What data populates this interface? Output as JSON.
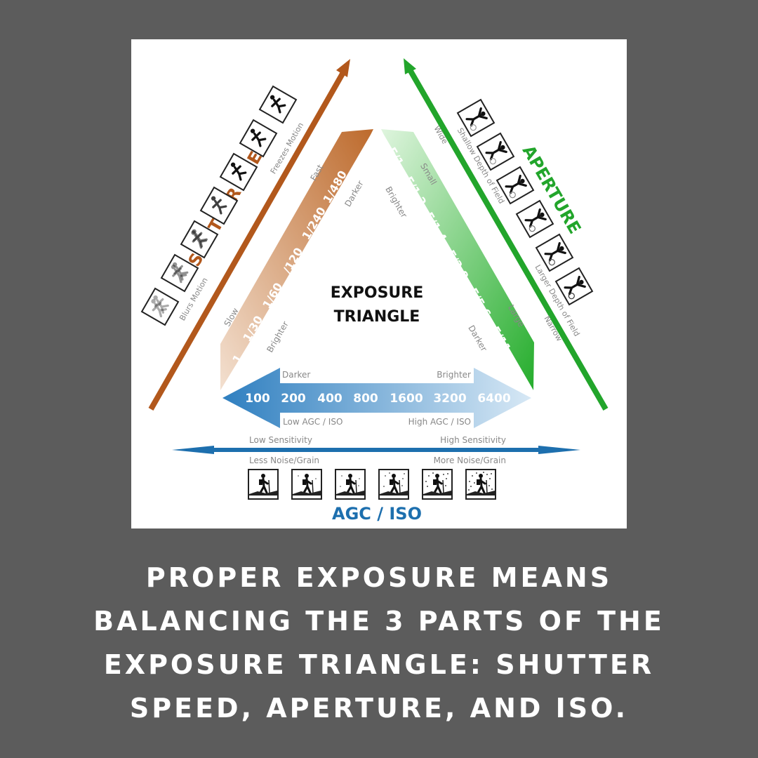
{
  "diagram": {
    "title_line1": "EXPOSURE",
    "title_line2": "TRIANGLE",
    "shutter": {
      "heading": "SHUTTER SPEED",
      "motion_low": "Blurs Motion",
      "motion_high": "Freezes Motion",
      "slow": "Slow",
      "fast": "Fast",
      "values": [
        "1",
        "1/30",
        "1/60",
        "/120",
        "1/240",
        "1/480"
      ],
      "brighter": "Brighter",
      "darker": "Darker",
      "color": "#b2581c"
    },
    "aperture": {
      "heading": "APERTURE",
      "wide": "Wide",
      "shallow": "Shallow Depth of Field",
      "larger": "Larger Depth of Field",
      "narrow": "Narrow",
      "small": "Small",
      "large": "Large",
      "values": [
        "F/1",
        "F/1.2",
        "F/1.4",
        "F/2.8",
        "F/5.6",
        "F/11"
      ],
      "brighter": "Brighter",
      "darker": "Darker",
      "color": "#22a52b"
    },
    "iso": {
      "heading": "AGC / ISO",
      "darker": "Darker",
      "brighter": "Brighter",
      "values": [
        "100",
        "200",
        "400",
        "800",
        "1600",
        "3200",
        "6400"
      ],
      "low_agc": "Low AGC / ISO",
      "high_agc": "High AGC / ISO",
      "low_sens": "Low Sensitivity",
      "high_sens": "High Sensitivity",
      "less_noise": "Less Noise/Grain",
      "more_noise": "More Noise/Grain",
      "color": "#1d6fae"
    }
  },
  "caption": {
    "line1": "PROPER EXPOSURE MEANS",
    "line2": "BALANCING THE 3 PARTS OF THE",
    "line3": "EXPOSURE TRIANGLE: SHUTTER",
    "line4": "SPEED, APERTURE, AND ISO."
  }
}
